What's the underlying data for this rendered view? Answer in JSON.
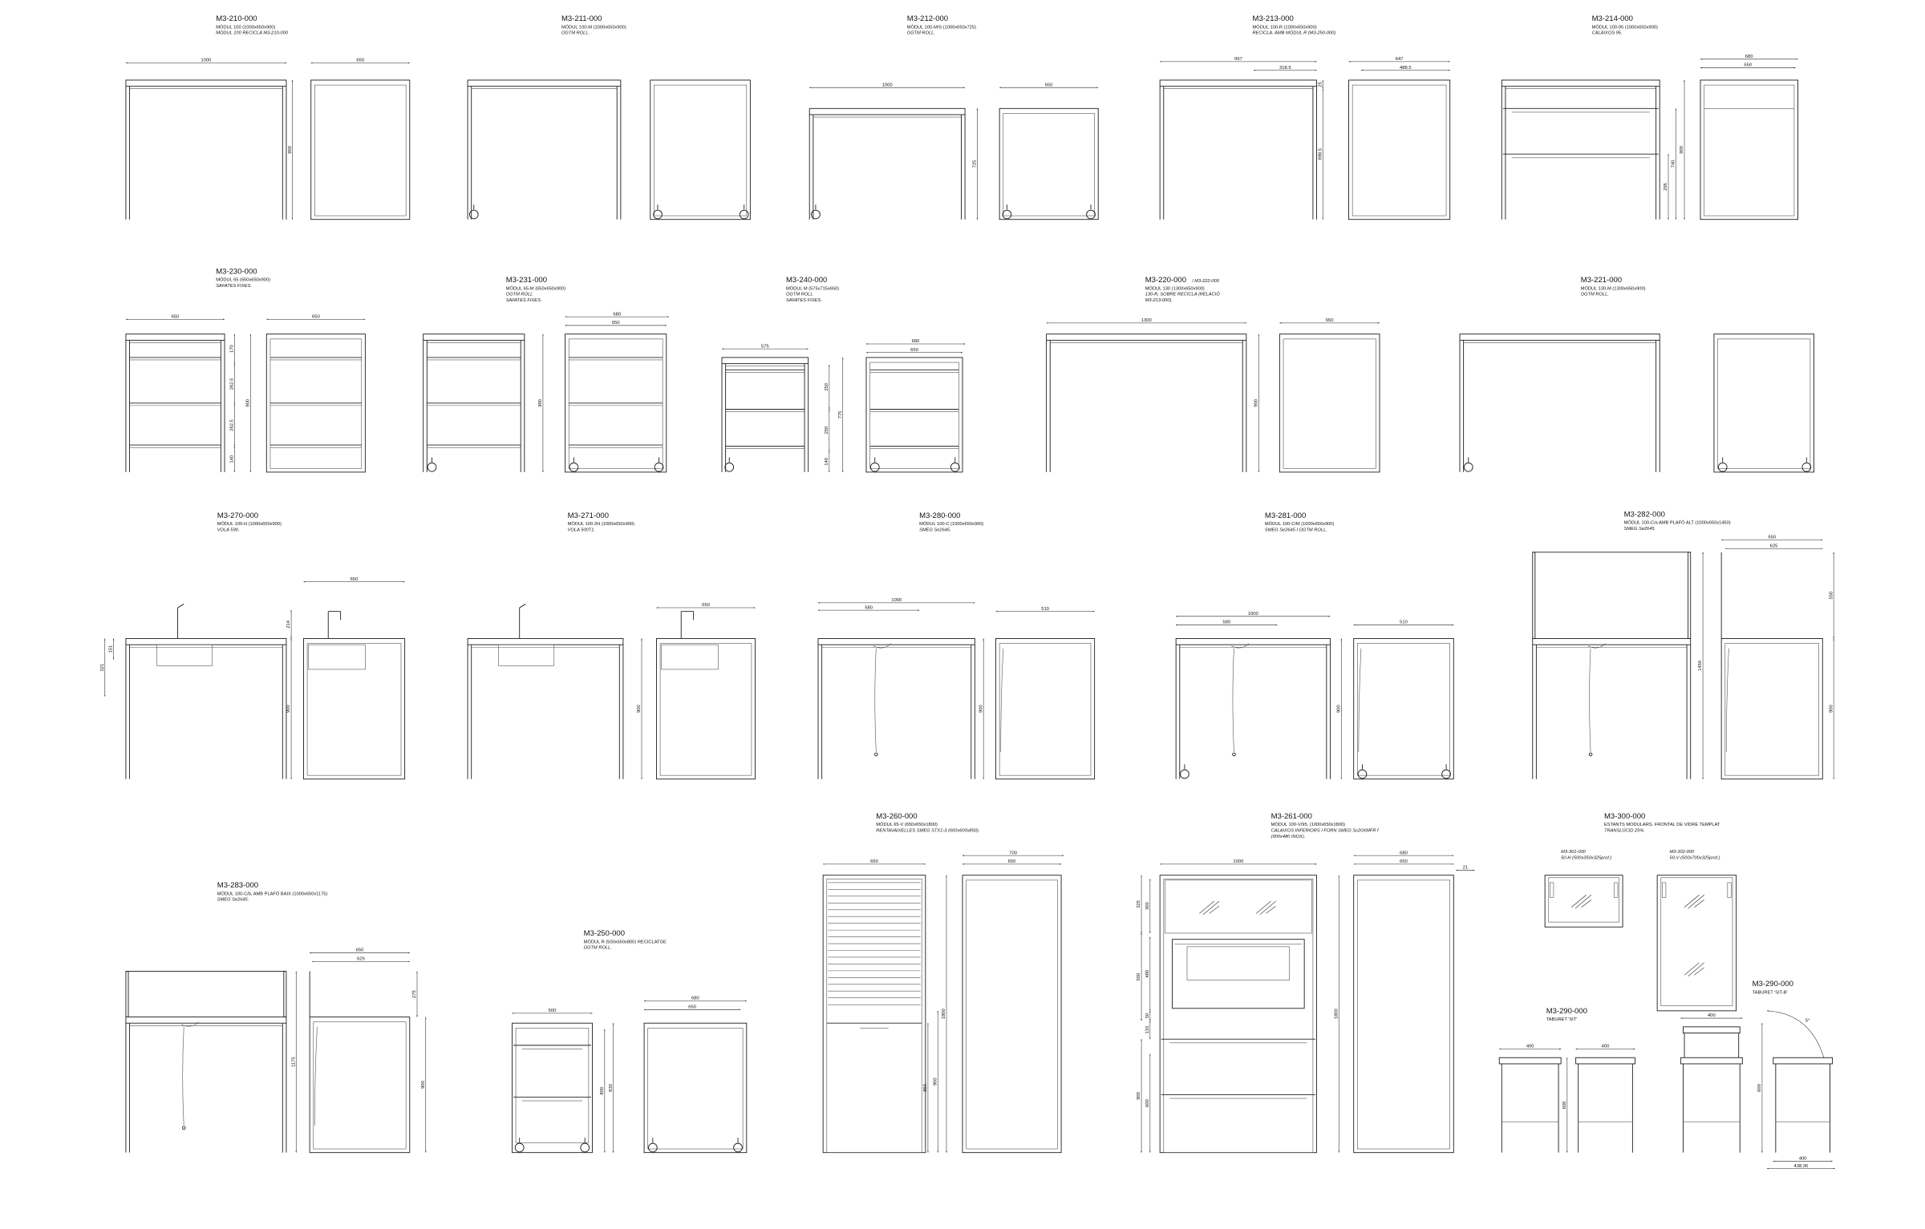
{
  "sheet": {
    "modules": [
      {
        "code": "M3-210-000",
        "lines": [
          "MÓDUL 100 (1000x650x900)",
          "MÓDUL 100 RECICLA M3-210-000"
        ],
        "dims": [
          "1000",
          "650",
          "900"
        ]
      },
      {
        "code": "M3-211-000",
        "lines": [
          "MÓDUL 100-M (1000x650x900)",
          "OGTM ROLL."
        ],
        "dims": []
      },
      {
        "code": "M3-212-000",
        "lines": [
          "MÓDUL 100-M/S (1000x650x725)",
          "OGTM ROLL."
        ],
        "dims": [
          "1000",
          "650",
          "725"
        ]
      },
      {
        "code": "M3-213-000",
        "lines": [
          "MÓDUL 100-R (1000x650x900)",
          "RECICLA. AMB MÓDUL R (M3-250-000)"
        ],
        "dims": [
          "997",
          "318.5",
          "647",
          "488.5",
          "25",
          "898.5"
        ]
      },
      {
        "code": "M3-214-000",
        "lines": [
          "MÓDUL 100-95 (1000x650x900)",
          "CALAIXOS 95."
        ],
        "dims": [
          "680",
          "650",
          "295",
          "740",
          "900"
        ]
      },
      {
        "code": "M3-230-000",
        "lines": [
          "MÓDUL 65 (650x650x900)",
          "SAFATES FIXES."
        ],
        "dims": [
          "650",
          "650",
          "170",
          "262.5",
          "262.5",
          "140",
          "900"
        ]
      },
      {
        "code": "M3-231-000",
        "lines": [
          "MÓDUL 65-M (650x650x900)",
          "OGTM ROLL",
          "SAFATES FIXES."
        ],
        "dims": [
          "680",
          "650",
          "900"
        ]
      },
      {
        "code": "M3-240-000",
        "lines": [
          "MÓDUL M (575x715x650)",
          "OGTM ROLL",
          "SAFATES FIXES."
        ],
        "dims": [
          "575",
          "680",
          "650",
          "250",
          "250",
          "140",
          "775"
        ]
      },
      {
        "code": "M3-220-000",
        "alt": "/ M3-222-000",
        "lines": [
          "MÓDUL 130 (1300x650x900)",
          "130-R, SOBRE RECICLA (RELACIÓ",
          "M3-213-000)."
        ],
        "dims": [
          "1300",
          "650",
          "900"
        ]
      },
      {
        "code": "M3-221-000",
        "lines": [
          "MÓDUL 130-M (1300x650x900)",
          "OGTM ROLL."
        ],
        "dims": []
      },
      {
        "code": "M3-270-000",
        "lines": [
          "MÓDUL 100-H (1000x650x900)",
          "VOLA 590."
        ],
        "dims": [
          "650",
          "214",
          "900",
          "151",
          "321"
        ]
      },
      {
        "code": "M3-271-000",
        "lines": [
          "MÓDUL 100-2H (1000x650x900)",
          "VOLA 500T1."
        ],
        "dims": [
          "650",
          "900"
        ]
      },
      {
        "code": "M3-280-000",
        "lines": [
          "MÓDUL 100-C (1000x650x900)",
          "SMEG Se2645."
        ],
        "dims": [
          "1000",
          "580",
          "510",
          "900"
        ]
      },
      {
        "code": "M3-281-000",
        "lines": [
          "MÓDUL 100-C/M (1000x650x900)",
          "SMEG Se2645 I OGTM ROLL."
        ],
        "dims": [
          "1000",
          "580",
          "510",
          "900"
        ]
      },
      {
        "code": "M3-282-000",
        "lines": [
          "MÓDUL 100-C/a AMB PLAFÓ ALT (1000x650x1450)",
          "SMEG Se2645."
        ],
        "dims": [
          "650",
          "625",
          "1450",
          "550",
          "900"
        ]
      },
      {
        "code": "M3-260-000",
        "lines": [
          "MÓDUL 65-V (650x650x1800)",
          "RENTAVAIXELLES SMEG STX1-3 (600x600x850)."
        ],
        "dims": [
          "650",
          "700",
          "650",
          "1800",
          "850",
          "900"
        ]
      },
      {
        "code": "M3-261-000",
        "lines": [
          "MÓDUL 100-V/95, (1000x650x1800)",
          "CALAIXOS INFERIORS I FORN  SMEG Sc20XMFR f",
          "(900x480 INOX)."
        ],
        "dims": [
          "1000",
          "680",
          "650",
          "21",
          "325",
          "300",
          "550",
          "480",
          "50",
          "133",
          "900",
          "600",
          "1800"
        ]
      },
      {
        "code": "M3-300-000",
        "lines": [
          "ESTANTS MODULARS. FRONTAL DE VIDRE TEMPLAT",
          "TRANSLÚCID 25%."
        ],
        "dims": [],
        "sub": [
          {
            "code": "M3-301-000",
            "desc": "50-H (500x350x325prof.)"
          },
          {
            "code": "M3-302-000",
            "desc": "50-V (500x700x325prof.)"
          }
        ]
      },
      {
        "code": "M3-283-000",
        "lines": [
          "MÓDUL 100-C/b, AMB PLAFÓ BAIX (1000x650x1175)",
          "SMEG Se2645."
        ],
        "dims": [
          "650",
          "625",
          "275",
          "1175",
          "900"
        ]
      },
      {
        "code": "M3-250-000",
        "lines": [
          "MÓDUL R (500x650x800) RECICLATGE",
          "OGTM ROLL."
        ],
        "dims": [
          "500",
          "680",
          "650",
          "800",
          "830"
        ]
      },
      {
        "code": "M3-290-000",
        "lines": [
          "TABURET 'SIT'"
        ],
        "dims": [
          "400",
          "400",
          "600"
        ]
      },
      {
        "code": "M3-290-000",
        "lines": [
          "TABURET 'SIT-B'"
        ],
        "dims": [
          "400",
          "400",
          "438.36",
          "600",
          "5°"
        ]
      }
    ]
  }
}
